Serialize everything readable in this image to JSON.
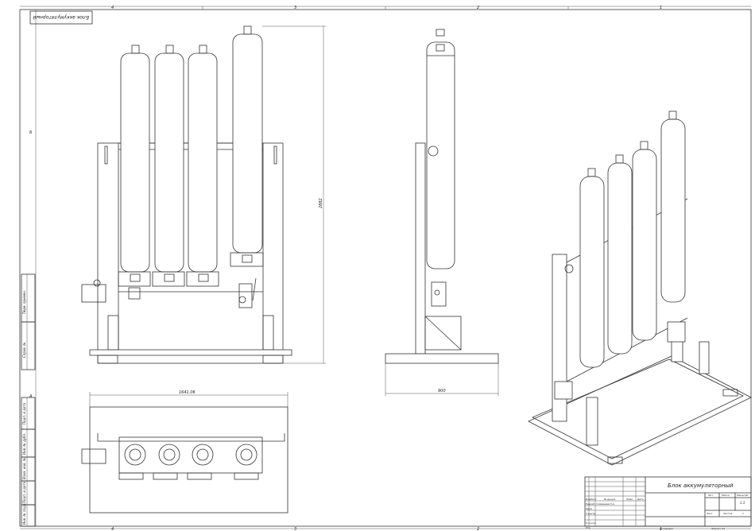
{
  "drawing": {
    "title": "Блок аккумуляторный",
    "stamp_text": "Блок аккумуляторный",
    "zones_top": [
      "4",
      "3",
      "2",
      "1"
    ],
    "zones_bottom": [
      "4",
      "3",
      "2",
      "1"
    ],
    "zones_left": [
      "Б",
      "А"
    ],
    "dimensions": {
      "height": "2882",
      "width": "1641.06",
      "depth": "900"
    },
    "side_strip": [
      "Перв. примен.",
      "Справ. №",
      "Подп. и дата",
      "Инв. № дубл.",
      "Взам. инв. №",
      "Подп. и дата",
      "Инв. № подл."
    ],
    "title_block": {
      "headers": [
        "Изм.",
        "Лист",
        "№ докум.",
        "Подп.",
        "Дата"
      ],
      "roles": [
        "Разраб.",
        "Пров.",
        "Т.контр.",
        "",
        "Н.контр.",
        "Утв."
      ],
      "developer": "Голованов П.А.",
      "lit_label": "Лит.",
      "mass_label": "Масса",
      "scale_label": "Масштаб",
      "scale": "1:1",
      "sheet_label": "Лист",
      "sheets_label": "Листов",
      "sheets": "1",
      "copied": "Копировал",
      "format": "Формат A1"
    }
  }
}
